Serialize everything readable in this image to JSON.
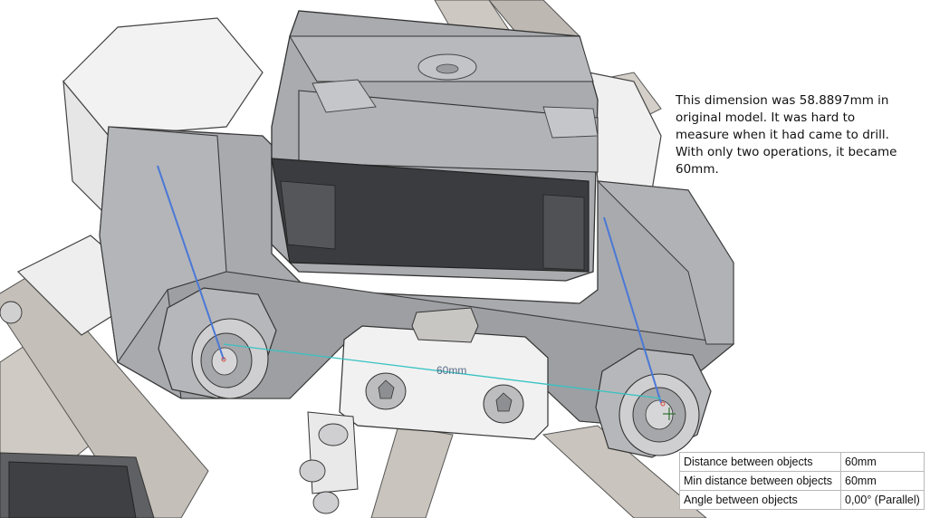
{
  "annotation": {
    "lines": [
      "This dimension was 58.8897mm in",
      "original model. It was hard to",
      "measure when it had came to drill.",
      "With only two operations, it became",
      "60mm."
    ]
  },
  "dimension": {
    "label": "60mm"
  },
  "measurement_table": {
    "rows": [
      {
        "label": "Distance between objects",
        "value": "60mm"
      },
      {
        "label": "Min distance between objects",
        "value": "60mm"
      },
      {
        "label": "Angle between objects",
        "value": "0,00° (Parallel)"
      }
    ]
  },
  "colors": {
    "part_face": "#a7a9ad",
    "part_dark": "#3a3b3e",
    "part_light": "#ececec",
    "rod": "#c9c4bd",
    "axis_line": "#4a78d6",
    "dimension_line": "#38c2c2"
  }
}
